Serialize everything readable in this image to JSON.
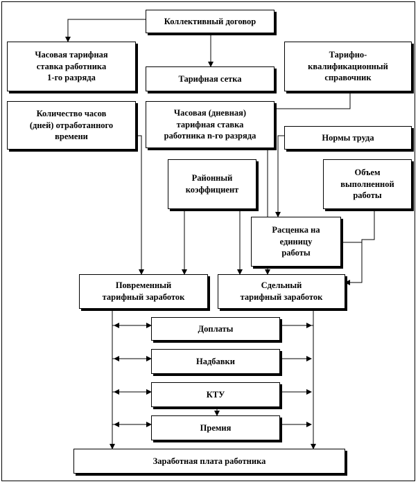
{
  "boxes": {
    "collective_agreement": "Коллективный договор",
    "hourly_rate_grade1": "Часовая тарифная\nставка работника\n1-го разряда",
    "tariff_grid": "Тарифная сетка",
    "tariff_reference": "Тарифно-\nквалификационный\nсправочник",
    "hours_worked": "Количество часов\n(дней) отработанного\nвремени",
    "hourly_rate_gradeN": "Часовая (дневная)\nтарифная ставка\nработника n-го разряда",
    "labor_norms": "Нормы труда",
    "regional_coefficient": "Районный\nкоэффициент",
    "work_volume": "Объем\nвыполненной\nработы",
    "piece_rate": "Расценка на\nединицу\nработы",
    "time_earnings": "Повременный\nтарифный заработок",
    "piece_earnings": "Сдельный\nтарифный заработок",
    "surcharges": "Доплаты",
    "allowances": "Надбавки",
    "ktu": "КТУ",
    "bonus": "Премия",
    "employee_salary": "Заработная плата работника"
  }
}
